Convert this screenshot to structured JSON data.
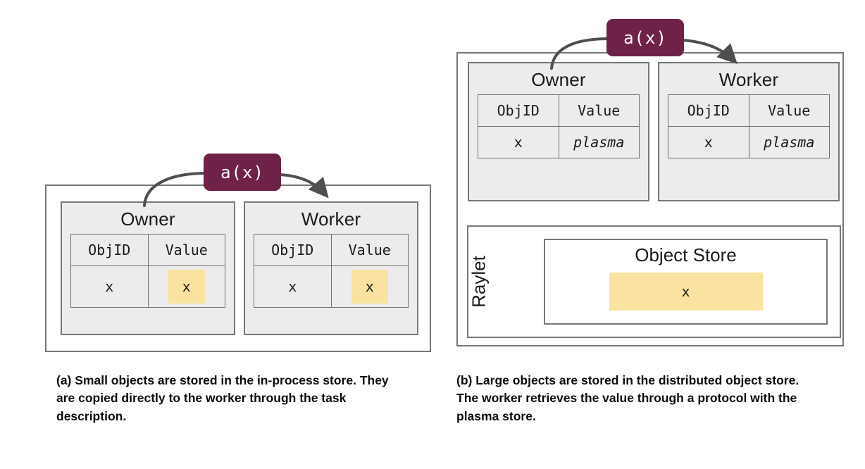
{
  "figure": {
    "colors": {
      "badge": "#6e2247",
      "highlight": "#fae3a0",
      "box_fill": "#ececec",
      "border": "#777777",
      "page_bg": "#ffffff"
    }
  },
  "panel_a": {
    "id": "a",
    "task_badge": "a(x)",
    "owner": {
      "title": "Owner",
      "columns": [
        "ObjID",
        "Value"
      ],
      "rows": [
        {
          "objid": "x",
          "value": "x",
          "value_highlighted": true
        }
      ]
    },
    "worker": {
      "title": "Worker",
      "columns": [
        "ObjID",
        "Value"
      ],
      "rows": [
        {
          "objid": "x",
          "value": "x",
          "value_highlighted": true
        }
      ]
    },
    "caption": "(a) Small objects are stored in the in-process store. They are copied directly to the worker through the task description."
  },
  "panel_b": {
    "id": "b",
    "task_badge": "a(x)",
    "owner": {
      "title": "Owner",
      "columns": [
        "ObjID",
        "Value"
      ],
      "rows": [
        {
          "objid": "x",
          "value": "plasma",
          "value_italic": true
        }
      ]
    },
    "worker": {
      "title": "Worker",
      "columns": [
        "ObjID",
        "Value"
      ],
      "rows": [
        {
          "objid": "x",
          "value": "plasma",
          "value_italic": true
        }
      ]
    },
    "raylet": {
      "label": "Raylet",
      "object_store": {
        "title": "Object Store",
        "entry": "x"
      }
    },
    "caption": "(b) Large objects are stored in the distributed object store. The worker retrieves the value through a protocol with the plasma store."
  }
}
